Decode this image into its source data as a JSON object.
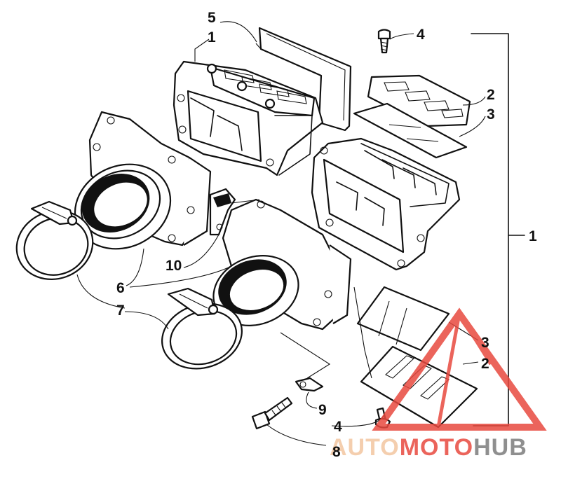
{
  "callouts": {
    "c1_top": "1",
    "c1_right": "1",
    "c2_top": "2",
    "c2_bottom": "2",
    "c3_top": "3",
    "c3_bottom": "3",
    "c4_top": "4",
    "c4_bottom": "4",
    "c5": "5",
    "c6": "6",
    "c7": "7",
    "c8": "8",
    "c9": "9",
    "c10": "10"
  },
  "watermark": {
    "part_auto": "AUTO",
    "part_moto": "MOTO",
    "part_hub": "HUB",
    "color_auto": "#f3c6a0",
    "color_moto": "#e8493f",
    "color_hub": "#7c7c7c",
    "triangle_color": "#e8493f"
  }
}
